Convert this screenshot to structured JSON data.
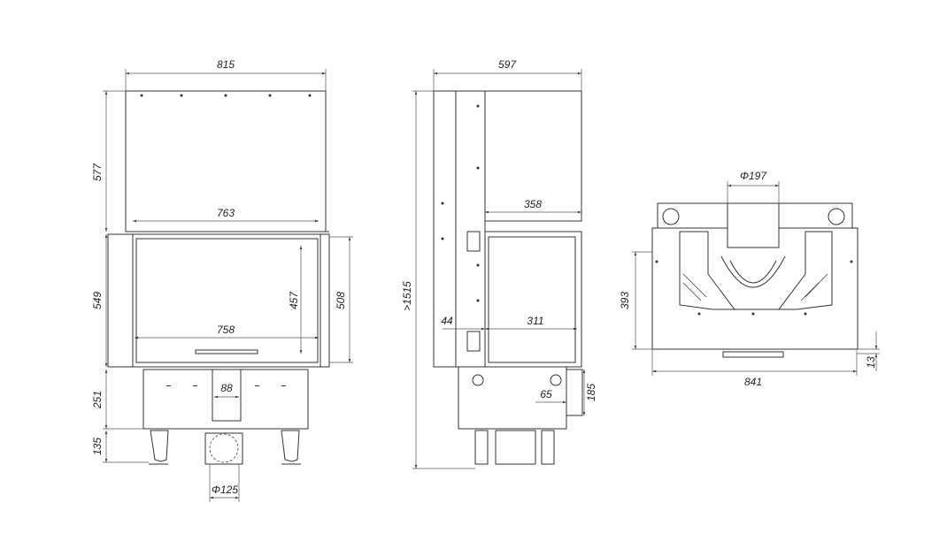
{
  "front_view": {
    "width_total": "815",
    "upper_height": "577",
    "glass_upper_width": "763",
    "body_height": "549",
    "glass_height": "457",
    "door_height": "508",
    "glass_width": "758",
    "air_channel_width": "88",
    "base_height": "251",
    "leg_height": "135",
    "flue_diameter": "Φ125"
  },
  "side_view": {
    "depth_total": "597",
    "top_depth": "358",
    "total_height": ">1515",
    "offset": "44",
    "glass_depth": "311",
    "inlet_offset": "65",
    "inlet_height": "185"
  },
  "top_view": {
    "flue_diameter": "Φ197",
    "width": "841",
    "depth": "393",
    "frame_offset": "13"
  },
  "colors": {
    "line": "#333333",
    "background": "#ffffff"
  }
}
